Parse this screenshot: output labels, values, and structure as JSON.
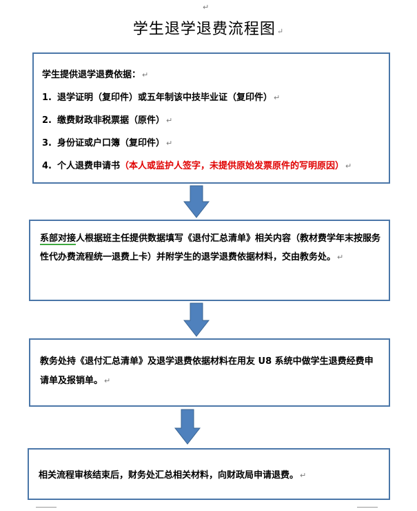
{
  "paragraph_mark": "↵",
  "title": "学生退学退费流程图",
  "box1": {
    "heading": "学生提供退学退费依据：",
    "items": [
      {
        "num": "1.",
        "text": "退学证明（复印件）或五年制该中技毕业证（复印件）"
      },
      {
        "num": "2.",
        "text": "缴费财政非税票据（原件）"
      },
      {
        "num": "3.",
        "text": "身份证或户口簿（复印件）"
      },
      {
        "num": "4.",
        "text": "个人退费申请书",
        "note": "（本人或监护人签字，未提供原始发票原件的写明原因）"
      }
    ]
  },
  "box2": {
    "underlined": "系部对接",
    "text": "人根据班主任提供数据填写《退付汇总清单》相关内容（教材费学年末按服务性代办费流程统一退费上卡）并附学生的退学退费依据材料，交由教务处。"
  },
  "box3": {
    "text": "教务处持《退付汇总清单》及退学退费依据材料在用友 U8 系统中做学生退费经费申请单及报销单。"
  },
  "box4": {
    "text": "相关流程审核结束后，财务处汇总相关材料，向财政局申请退费。"
  },
  "colors": {
    "box_border": "#4a76a8",
    "arrow_fill": "#4f81bd",
    "arrow_stroke": "#3a6491",
    "note_red": "#e00000"
  }
}
